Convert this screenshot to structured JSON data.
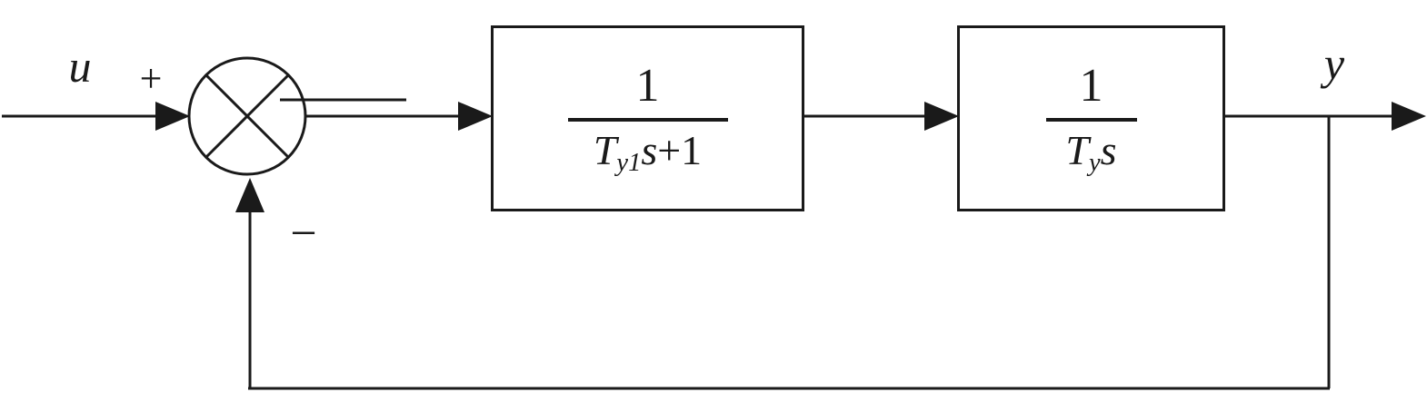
{
  "diagram": {
    "input_label": "u",
    "plus_sign": "+",
    "minus_sign": "−",
    "output_label": "y",
    "block1": {
      "numerator": "1",
      "den_T": "T",
      "den_sub": "y1",
      "den_s": "s",
      "den_tail": "+1"
    },
    "block2": {
      "numerator": "1",
      "den_T": "T",
      "den_sub": "y",
      "den_s": "s"
    },
    "colors": {
      "line": "#1a1a1a",
      "background": "#ffffff"
    }
  }
}
